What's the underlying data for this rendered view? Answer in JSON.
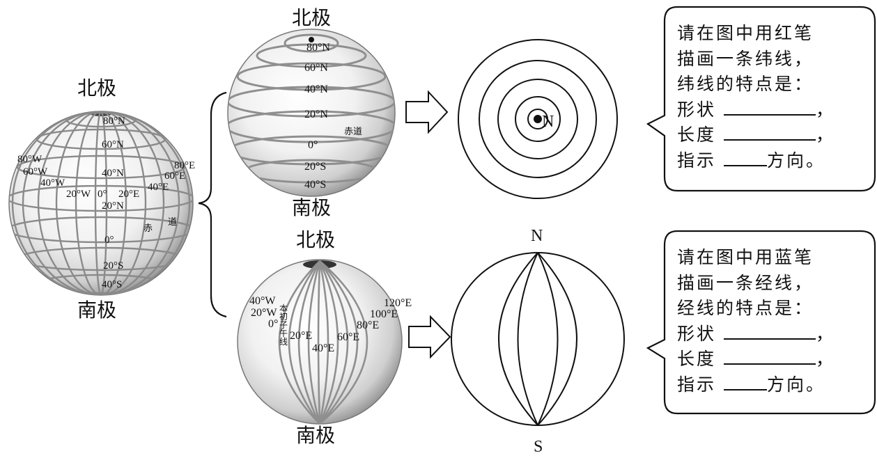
{
  "poles": {
    "north": "北极",
    "south": "南极"
  },
  "globe_main": {
    "lat_labels": [
      "80°N",
      "60°N",
      "40°N",
      "20°N",
      "0°",
      "20°S",
      "40°S"
    ],
    "lon_labels": [
      "80°W",
      "60°W",
      "40°W",
      "20°W",
      "0°",
      "20°E",
      "40°E",
      "60°E",
      "80°E"
    ],
    "equator": [
      "赤",
      "道"
    ]
  },
  "globe_lat": {
    "lat_labels": [
      "80°N",
      "60°N",
      "40°N",
      "20°N",
      "0°",
      "20°S",
      "40°S"
    ],
    "equator": "赤道"
  },
  "globe_lon": {
    "lon_labels": [
      "40°W",
      "20°W",
      "0°",
      "20°E",
      "40°E",
      "60°E",
      "80°E",
      "100°E",
      "120°E"
    ],
    "prime_meridian": "本初子午线"
  },
  "diagram_lat": {
    "center_label": "N"
  },
  "diagram_lon": {
    "north_label": "N",
    "south_label": "S"
  },
  "bubble_parallel": {
    "line1": "请在图中用红笔",
    "line2": "描画一条纬线，",
    "line3": "纬线的特点是：",
    "shape": "形状",
    "length": "长度",
    "direction": "指示",
    "direction_suffix": "方向。",
    "comma": "，"
  },
  "bubble_meridian": {
    "line1": "请在图中用蓝笔",
    "line2": "描画一条经线，",
    "line3": "经线的特点是：",
    "shape": "形状",
    "length": "长度",
    "direction": "指示",
    "direction_suffix": "方向。",
    "comma": "，"
  }
}
